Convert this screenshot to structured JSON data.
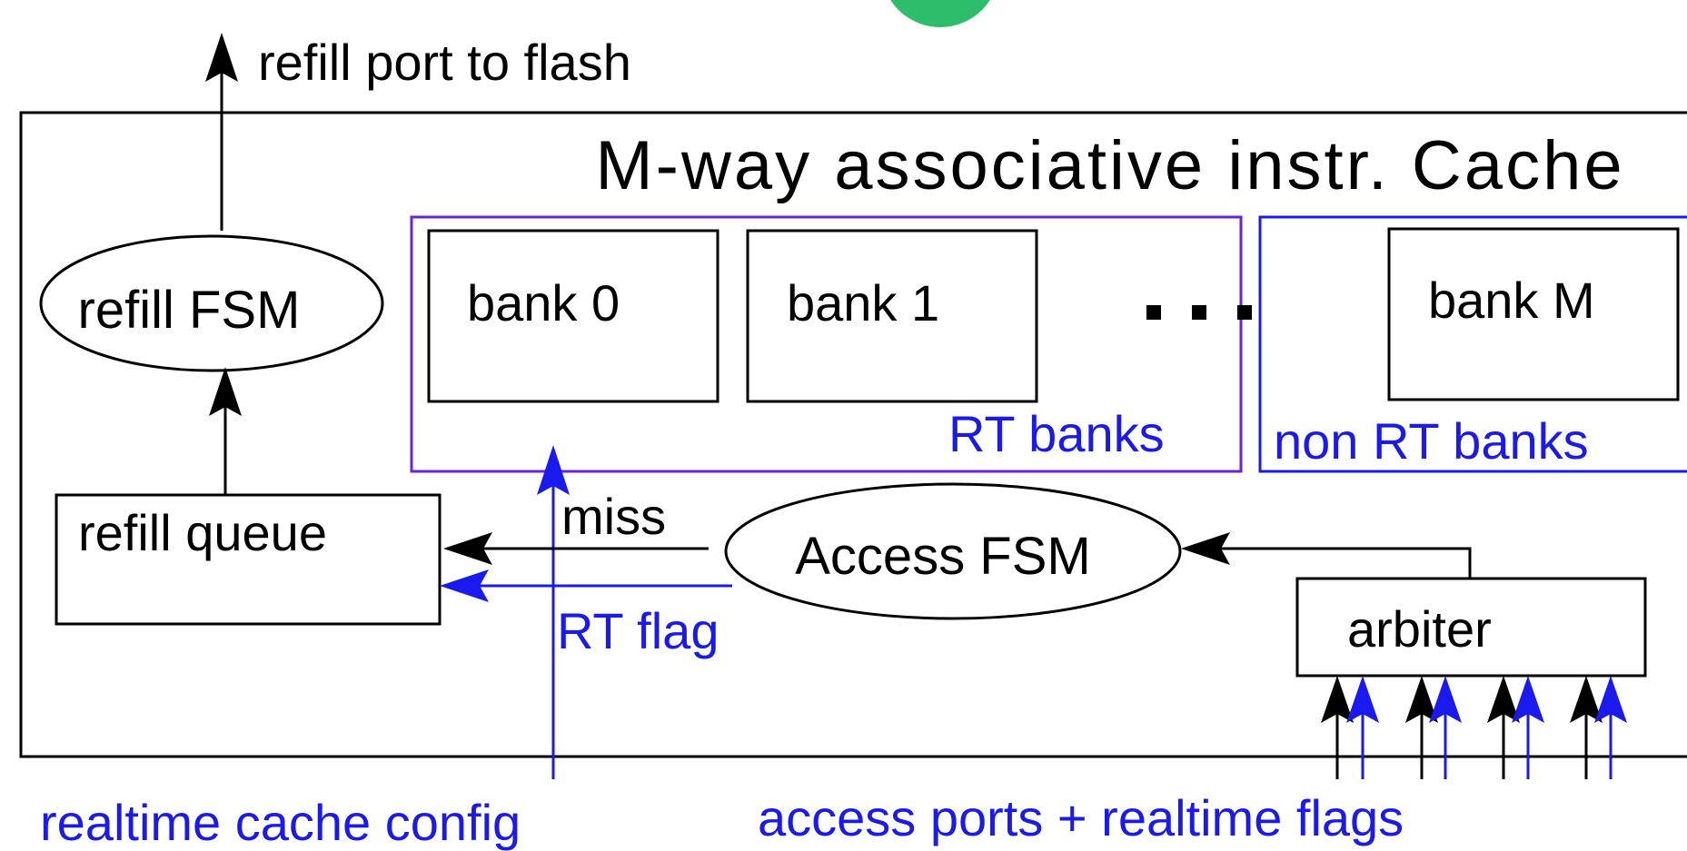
{
  "diagram": {
    "title": "M-way associative instr. Cache",
    "refill_port_label": "refill port to flash",
    "refill_fsm": "refill FSM",
    "refill_queue": "refill queue",
    "access_fsm": "Access FSM",
    "arbiter": "arbiter",
    "banks": [
      "bank 0",
      "bank 1",
      "bank M"
    ],
    "ellipsis": "...",
    "rt_banks": "RT banks",
    "non_rt_banks": "non RT banks",
    "miss": "miss",
    "rt_flag": "RT flag",
    "realtime_cache_config": "realtime cache config",
    "access_ports": "access ports + realtime flags"
  },
  "colors": {
    "black": "#000000",
    "blue": "#1a1aee",
    "purple": "#6a22dd",
    "green": "#2ebd6a"
  }
}
